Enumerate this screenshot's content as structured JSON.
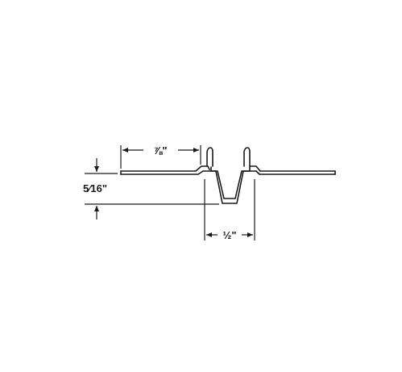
{
  "dimensions": {
    "top_width": "⅞\"",
    "height": "5⁄16\"",
    "channel_width": "½\""
  },
  "colors": {
    "line": "#1a1a1a",
    "background": "#ffffff"
  }
}
